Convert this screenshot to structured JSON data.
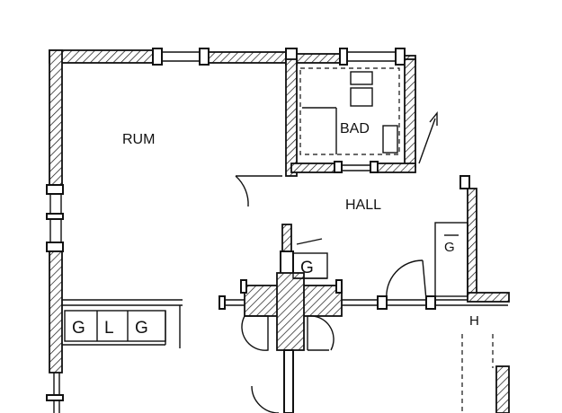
{
  "rooms": {
    "rum": "RUM",
    "bad": "BAD",
    "hall": "HALL"
  },
  "fixtures": {
    "closet_hall": "G",
    "wardrobe_left": "G",
    "wardrobe_mid": "L",
    "wardrobe_right": "G",
    "right_cabinet": "G",
    "right_cabinet_lower": "H"
  }
}
